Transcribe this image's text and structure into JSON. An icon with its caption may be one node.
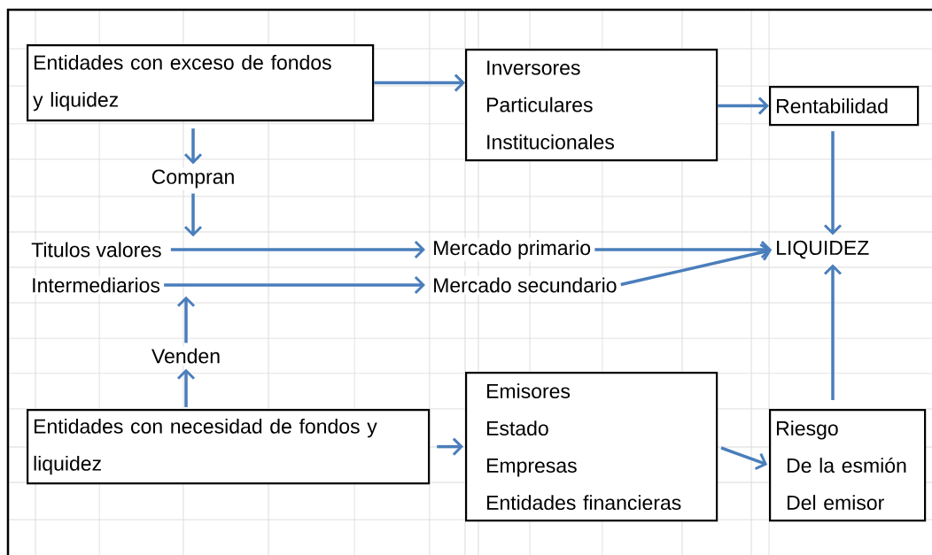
{
  "diagram": {
    "nodes": [
      {
        "text": [
          "Entidades con exceso de fondos y liquidez"
        ]
      },
      {
        "text": [
          "Inversores",
          "Particulares",
          "Institucionales"
        ]
      },
      {
        "text": [
          "Rentabilidad"
        ]
      },
      {
        "text": [
          "Compran"
        ]
      },
      {
        "text": [
          "Titulos valores"
        ]
      },
      {
        "text": [
          "Intermediarios"
        ]
      },
      {
        "text": [
          "Mercado primario"
        ]
      },
      {
        "text": [
          "Mercado secundario"
        ]
      },
      {
        "text": [
          "LIQUIDEZ"
        ]
      },
      {
        "text": [
          "Venden"
        ]
      },
      {
        "text": [
          "Entidades con necesidad de fondos y liquidez"
        ]
      },
      {
        "text": [
          "Emisores",
          "Estado",
          "Empresas",
          "Entidades financieras"
        ]
      },
      {
        "text": [
          "Riesgo",
          "De la esmión",
          "Del emisor"
        ]
      }
    ],
    "edges": [
      {
        "from": 0,
        "to": 1,
        "arrow": "to"
      },
      {
        "from": 1,
        "to": 2,
        "arrow": "to"
      },
      {
        "from": 0,
        "to": 3,
        "arrow": "to"
      },
      {
        "from": 3,
        "to": 4,
        "arrow": "to"
      },
      {
        "from": 4,
        "to": 6,
        "arrow": "to"
      },
      {
        "from": 5,
        "to": 7,
        "arrow": "to"
      },
      {
        "from": 6,
        "to": 8,
        "arrow": "to"
      },
      {
        "from": 7,
        "to": 8,
        "arrow": "to"
      },
      {
        "from": 2,
        "to": 8,
        "arrow": "to"
      },
      {
        "from": 12,
        "to": 8,
        "arrow": "to"
      },
      {
        "from": 10,
        "to": 9,
        "arrow": "to"
      },
      {
        "from": 9,
        "to": 5,
        "arrow": "to"
      },
      {
        "from": 10,
        "to": 11,
        "arrow": "to"
      },
      {
        "from": 11,
        "to": 12,
        "arrow": "to"
      }
    ]
  }
}
